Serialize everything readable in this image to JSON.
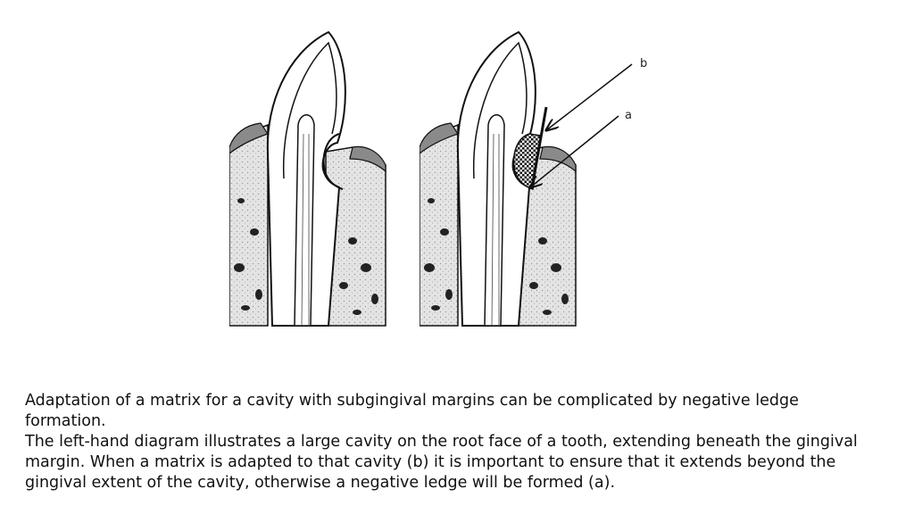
{
  "figure": {
    "labels": {
      "b": "b",
      "a": "a"
    },
    "colors": {
      "ink": "#111111",
      "bone_fill": "#dcdcdc",
      "gum_fill": "#8a8a8a",
      "tooth_fill": "#ffffff",
      "background": "#ffffff"
    }
  },
  "caption": {
    "line1": "Adaptation of a matrix for a cavity with subgingival margins can be complicated by negative ledge formation.",
    "line2": "The left-hand diagram illustrates a large cavity on the root face of a tooth, extending beneath the gingival margin. When a matrix is adapted to that cavity (b) it is important to ensure that it extends beyond the",
    "line3": "gingival extent of the cavity, otherwise a negative ledge will be formed (a)."
  }
}
